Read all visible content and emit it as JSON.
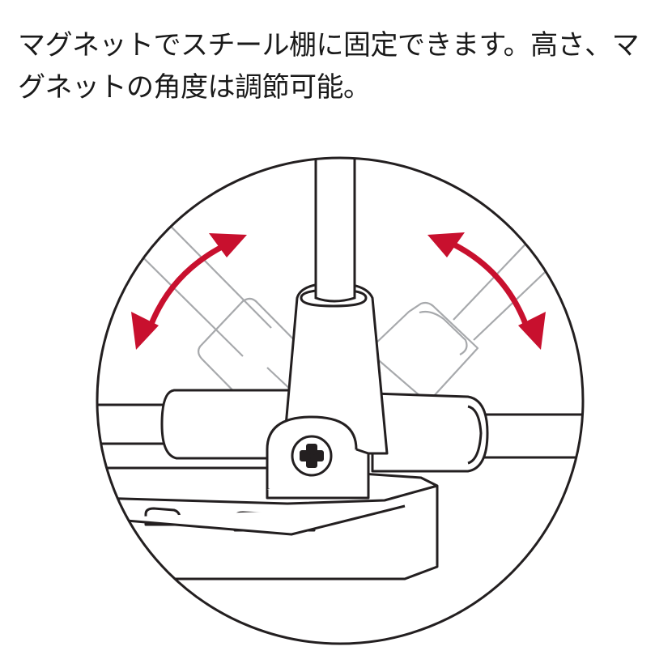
{
  "caption": {
    "line1": "マグネットでスチール棚に固定できます。高さ、マ",
    "line2": "グネットの角度は調節可能。"
  },
  "colors": {
    "ink": "#231f20",
    "ghost": "#a7a9ac",
    "arrow": "#c8102e",
    "background": "#ffffff"
  },
  "icons": [
    "double-arrow-left",
    "double-arrow-right",
    "screw-icon"
  ]
}
